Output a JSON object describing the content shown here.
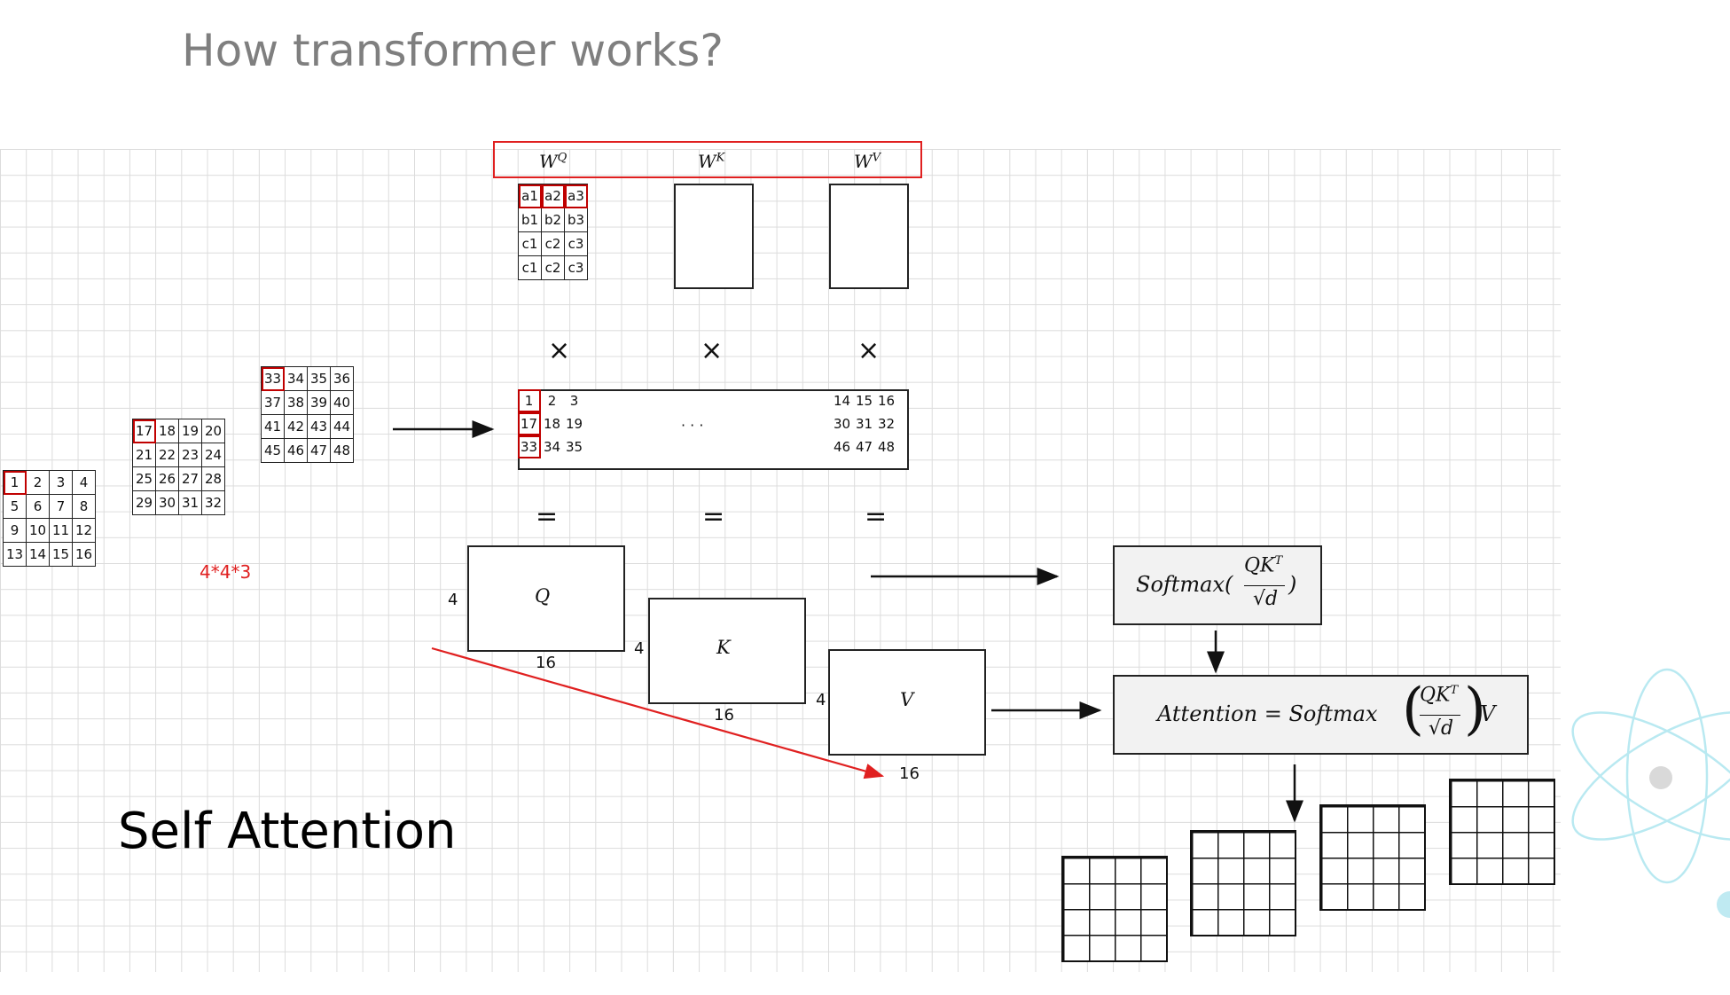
{
  "title": "How transformer works?",
  "weights": {
    "q": "W",
    "q_sup": "Q",
    "k": "W",
    "k_sup": "K",
    "v": "W",
    "v_sup": "V"
  },
  "wq_matrix": [
    [
      "a1",
      "a2",
      "a3"
    ],
    [
      "b1",
      "b2",
      "b3"
    ],
    [
      "c1",
      "c2",
      "c3"
    ],
    [
      "c1",
      "c2",
      "c3"
    ]
  ],
  "input_slices": [
    [
      [
        "1",
        "2",
        "3",
        "4"
      ],
      [
        "5",
        "6",
        "7",
        "8"
      ],
      [
        "9",
        "10",
        "11",
        "12"
      ],
      [
        "13",
        "14",
        "15",
        "16"
      ]
    ],
    [
      [
        "17",
        "18",
        "19",
        "20"
      ],
      [
        "21",
        "22",
        "23",
        "24"
      ],
      [
        "25",
        "26",
        "27",
        "28"
      ],
      [
        "29",
        "30",
        "31",
        "32"
      ]
    ],
    [
      [
        "33",
        "34",
        "35",
        "36"
      ],
      [
        "37",
        "38",
        "39",
        "40"
      ],
      [
        "41",
        "42",
        "43",
        "44"
      ],
      [
        "45",
        "46",
        "47",
        "48"
      ]
    ]
  ],
  "shape_label": "4*4*3",
  "flattened": {
    "left": [
      [
        "1",
        "2",
        "3"
      ],
      [
        "17",
        "18",
        "19"
      ],
      [
        "33",
        "34",
        "35"
      ]
    ],
    "right": [
      [
        "14",
        "15",
        "16"
      ],
      [
        "30",
        "31",
        "32"
      ],
      [
        "46",
        "47",
        "48"
      ]
    ],
    "ellipsis": "· · ·"
  },
  "ops": {
    "times": "×",
    "equals": "="
  },
  "outputs": {
    "q": {
      "label": "Q",
      "rows": "4",
      "cols": "16"
    },
    "k": {
      "label": "K",
      "rows": "4",
      "cols": "16"
    },
    "v": {
      "label": "V",
      "rows": "4",
      "cols": "16"
    }
  },
  "formula_softmax": {
    "prefix": "Softmax(",
    "num": "QK",
    "sup": "T",
    "den": "√d",
    "suffix": ")"
  },
  "formula_attention": {
    "prefix": "Attention = Softmax",
    "num": "QK",
    "sup": "T",
    "den": "√d",
    "suffix": "V"
  },
  "bottom_label": "Self Attention",
  "colors": {
    "highlight": "#c00000",
    "accent_red": "#e02020",
    "grid": "#dcdcdc"
  }
}
